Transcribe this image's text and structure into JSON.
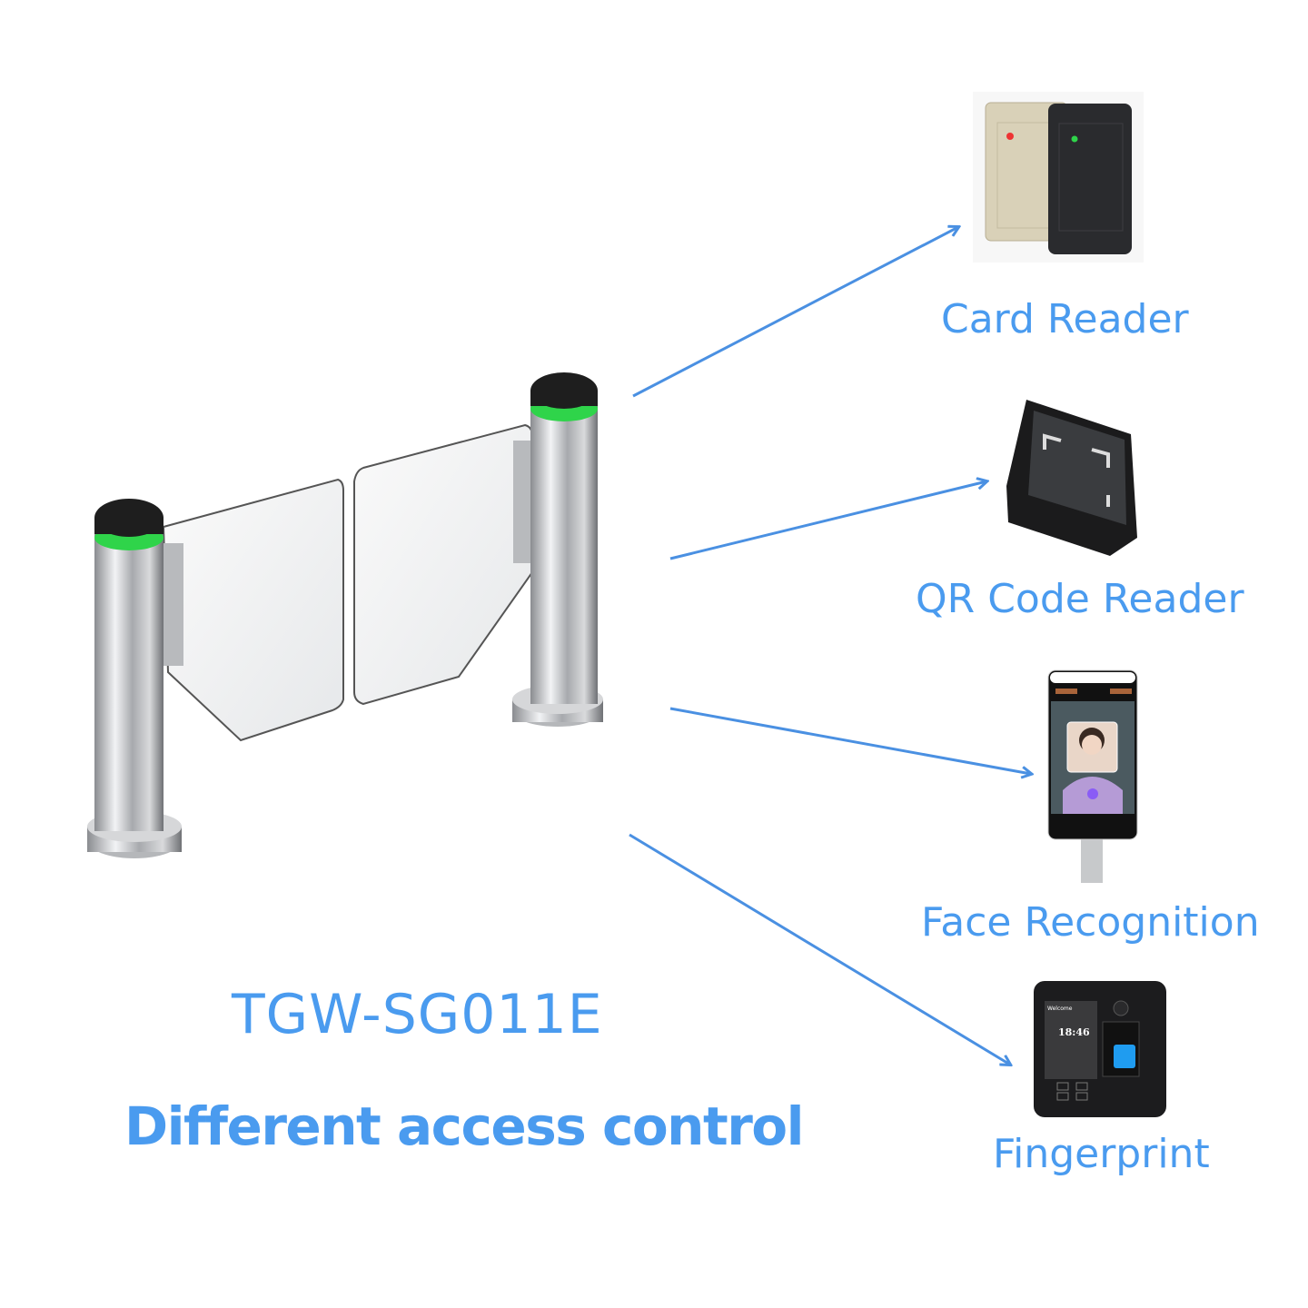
{
  "product": {
    "model": "TGW-SG011E",
    "tagline": "Different access control"
  },
  "devices": [
    {
      "label": "Card Reader",
      "icon": "card-reader-icon"
    },
    {
      "label": "QR Code Reader",
      "icon": "qr-reader-icon"
    },
    {
      "label": "Face Recognition",
      "icon": "face-terminal-icon"
    },
    {
      "label": "Fingerprint",
      "icon": "fingerprint-terminal-icon",
      "screen_greeting": "Welcome",
      "screen_time": "18:46"
    }
  ],
  "colors": {
    "accent": "#4a9bef",
    "arrow": "#4a90e2",
    "led_green": "#2fd44a"
  }
}
